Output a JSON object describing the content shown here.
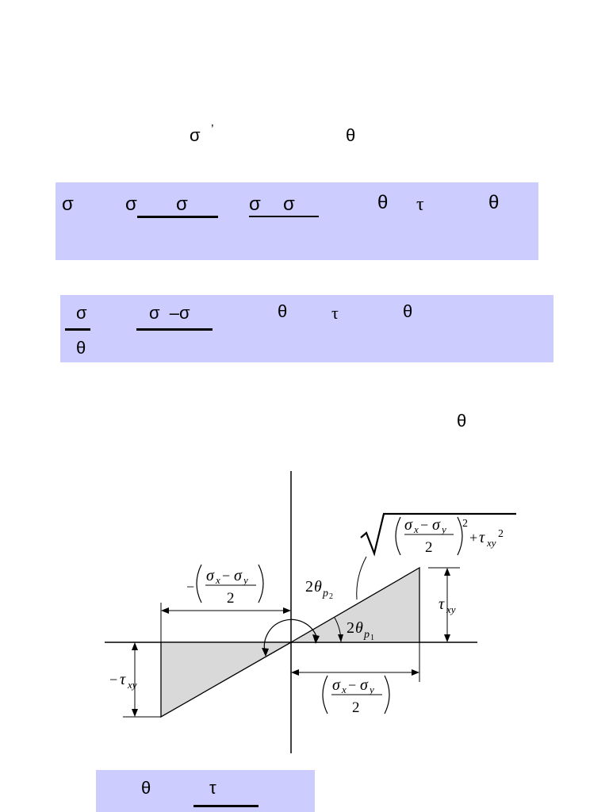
{
  "intro": {
    "sigma": "σ",
    "apostrophe": "’",
    "theta": "θ"
  },
  "eq1": {
    "sigma_lhs": "σ",
    "sigma_a": "σ",
    "sigma_b": "σ",
    "sigma_c": "σ",
    "sigma_d": "σ",
    "theta_a": "θ",
    "tau": "τ",
    "theta_b": "θ"
  },
  "eq2": {
    "sigma_num": "σ",
    "theta_den": "θ",
    "diff": "σ  –σ",
    "theta_a": "θ",
    "tau": "τ",
    "theta_b": "θ"
  },
  "para": {
    "theta": "θ"
  },
  "figure": {
    "sqrt_sigma_x": "σ",
    "sqrt_sub_x": "x",
    "sqrt_minus": "−",
    "sqrt_sigma_y": "σ",
    "sqrt_sub_y": "y",
    "sqrt_two": "2",
    "sqrt_exp": "2",
    "sqrt_plus": "+",
    "sqrt_tau": "τ",
    "sqrt_tau_sub": "xy",
    "sqrt_tau_exp": "2",
    "neg_left_minus": "−",
    "neg_left_sigma_x": "σ",
    "neg_left_sub_x": "x",
    "neg_left_mid": "−",
    "neg_left_sigma_y": "σ",
    "neg_left_sub_y": "y",
    "neg_left_two": "2",
    "angle2_two": "2",
    "angle2_theta": "θ",
    "angle2_p": "p",
    "angle2_sub": "2",
    "angle1_two": "2",
    "angle1_theta": "θ",
    "angle1_p": "p",
    "angle1_sub": "1",
    "tau_right": "τ",
    "tau_right_sub": "xy",
    "tau_left_minus": "−",
    "tau_left": "τ",
    "tau_left_sub": "xy",
    "bottom_sigma_x": "σ",
    "bottom_sub_x": "x",
    "bottom_mid": "−",
    "bottom_sigma_y": "σ",
    "bottom_sub_y": "y",
    "bottom_two": "2"
  },
  "eq3": {
    "theta": "θ",
    "tau": "τ"
  }
}
